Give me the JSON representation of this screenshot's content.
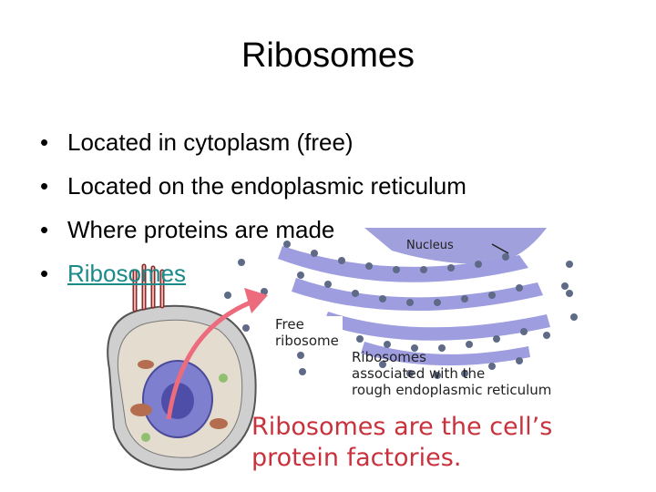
{
  "slide": {
    "title": "Ribosomes",
    "bullets": [
      "Located in cytoplasm (free)",
      "Located on the endoplasmic reticulum",
      "Where proteins are made"
    ],
    "link_bullet": "Ribosomes",
    "bullet_glyph": "•"
  },
  "figure": {
    "nucleus_label": "Nucleus",
    "free_label_line1": "Free",
    "free_label_line2": "ribosome",
    "rer_label_line1": "Ribosomes",
    "rer_label_line2": "associated with the",
    "rer_label_line3": "rough endoplasmic reticulum",
    "factory_line1": "Ribosomes are the cell’s",
    "factory_line2": "protein factories."
  },
  "colors": {
    "link": "#1a8a8a",
    "er_membrane": "#8f8fd6",
    "ribosome": "#5f6a86",
    "arrow": "#ec6c7e",
    "factory_text": "#c8323c"
  }
}
